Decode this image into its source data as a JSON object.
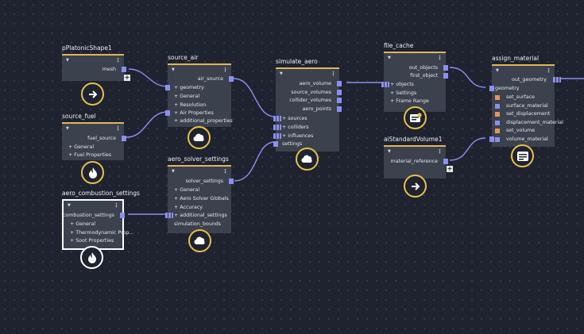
{
  "colors": {
    "background": "#1f2330",
    "node_body": "#3b414d",
    "node_header": "#e2b657",
    "port": "#8b90ee",
    "wire": "#8b90ee",
    "badge_ring": "#e8c14a",
    "selected_outline": "#ffffff",
    "swatch_orange": "#e8955a",
    "swatch_blue": "#8b90ee"
  },
  "nodes": {
    "pPlatonicShape1": {
      "title": "pPlatonicShape1",
      "outputs": [
        "mesh"
      ],
      "badge_icon": "arrow-right-icon"
    },
    "source_fuel": {
      "title": "source_fuel",
      "outputs": [
        "fuel_source"
      ],
      "params": [
        "General",
        "Fuel Properties"
      ],
      "badge_icon": "flame-icon"
    },
    "aero_combustion_settings": {
      "title": "aero_combustion_settings",
      "outputs": [
        "combustion_settings"
      ],
      "params": [
        "General",
        "Thermodynamic Prop...",
        "Soot Properties"
      ],
      "badge_icon": "flame-icon"
    },
    "source_air": {
      "title": "source_air",
      "outputs": [
        "air_source"
      ],
      "inputs": [
        "geometry",
        "General",
        "Resolution",
        "Air Properties",
        "additional_properties"
      ],
      "badge_icon": "cloud-icon"
    },
    "aero_solver_settings": {
      "title": "aero_solver_settings",
      "outputs": [
        "solver_settings"
      ],
      "params": [
        "General",
        "Aero Solver Globals",
        "Accuracy",
        "additional_settings",
        "simulation_bounds"
      ],
      "badge_icon": "cloud-icon"
    },
    "simulate_aero": {
      "title": "simulate_aero",
      "outputs": [
        "aero_volume",
        "source_volumes",
        "collider_volumes",
        "aero_points"
      ],
      "inputs": [
        "sources",
        "colliders",
        "influences",
        "settings"
      ],
      "badge_icon": "cloud-icon"
    },
    "file_cache": {
      "title": "file_cache",
      "outputs": [
        "out_objects",
        "first_object"
      ],
      "inputs": [
        "objects",
        "Settings",
        "Frame Range"
      ],
      "badge_icon": "cache-icon"
    },
    "aiStandardVolume1": {
      "title": "aiStandardVolume1",
      "outputs": [
        "material_reference"
      ],
      "badge_icon": "arrow-right-icon"
    },
    "assign_material": {
      "title": "assign_material",
      "outputs": [
        "out_geometry"
      ],
      "inputs": [
        "geometry",
        "set_surface",
        "surface_material",
        "set_displacement",
        "displacement_material",
        "set_volume",
        "volume_material"
      ],
      "badge_icon": "material-icon"
    }
  }
}
